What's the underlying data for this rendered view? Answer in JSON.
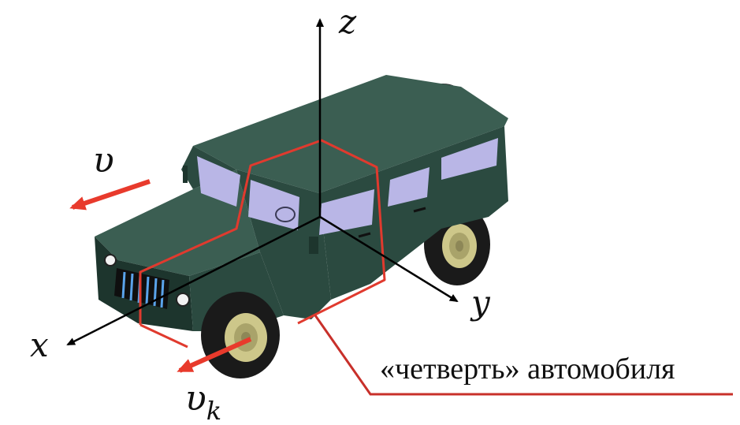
{
  "axes": {
    "x": "x",
    "y": "y",
    "z": "z"
  },
  "velocity": {
    "label": "υ",
    "wheel_label": "υ",
    "wheel_subscript": "k"
  },
  "callout": {
    "text": "«четверть» автомобиля"
  },
  "colors": {
    "body": "#2b4a40",
    "body_dark": "#1d352d",
    "body_light": "#3b5e52",
    "window": "#b9b6e6",
    "tire": "#1a1a1a",
    "rim": "#cdc78a",
    "arrow_red": "#e83a2c",
    "outline_red": "#e03a2e",
    "axis": "#000000"
  }
}
